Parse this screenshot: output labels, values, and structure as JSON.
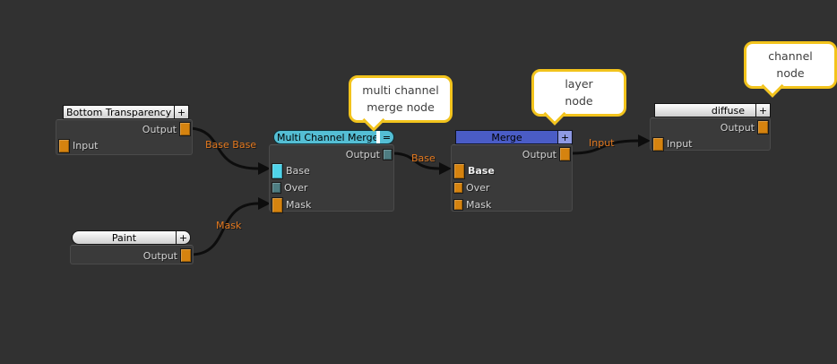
{
  "colors": {
    "background": "#313131",
    "node_body": "#3a3a3a",
    "wire": "#0d0d0d",
    "wire_label": "#e4791f",
    "port_orange": "#d5830f",
    "port_cyan": "#4fd3e9",
    "port_teal": "#4e7d82",
    "header_light": "#e9e9e9",
    "header_cyan": "#54bed4",
    "header_blue": "#4a5cc6",
    "header_blue_button": "#8e99e3",
    "callout_border": "#f2c31c",
    "callout_bg": "#ffffff"
  },
  "nodes": [
    {
      "title": "Bottom Transparency",
      "header_btn": "+",
      "rows": [
        {
          "label": "Output"
        },
        {
          "label": "Input"
        }
      ]
    },
    {
      "title": "Paint",
      "header_btn": "+",
      "rows": [
        {
          "label": "Output"
        }
      ]
    },
    {
      "title": "Multi Channel Merge",
      "header_btn": "=",
      "rows": [
        {
          "label": "Output"
        },
        {
          "label": "Base"
        },
        {
          "label": "Over"
        },
        {
          "label": "Mask"
        }
      ]
    },
    {
      "title": "Merge",
      "header_btn": "+",
      "rows": [
        {
          "label": "Output"
        },
        {
          "label": "Base"
        },
        {
          "label": "Over"
        },
        {
          "label": "Mask"
        }
      ]
    },
    {
      "title": "diffuse",
      "header_btn": "+",
      "rows": [
        {
          "label": "Output"
        },
        {
          "label": "Input"
        }
      ]
    }
  ],
  "wire_labels": [
    {
      "text": "Base Base"
    },
    {
      "text": "Mask"
    },
    {
      "text": "Base"
    },
    {
      "text": "Input"
    }
  ],
  "callouts": [
    {
      "line1": "multi channel",
      "line2": "merge node"
    },
    {
      "line1": "layer",
      "line2": "node"
    },
    {
      "line1": "channel",
      "line2": "node"
    }
  ]
}
